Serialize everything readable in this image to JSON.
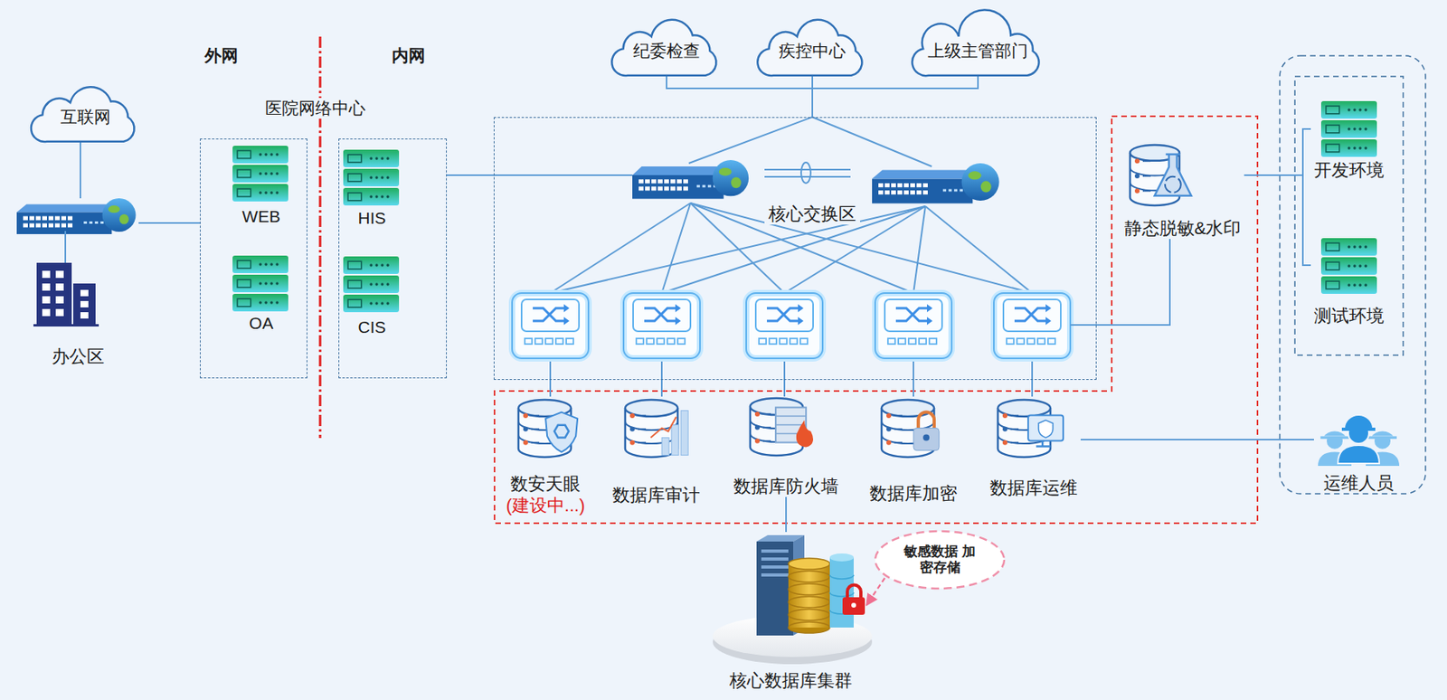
{
  "diagram": {
    "nodes": [
      {
        "text": [
          "互联网"
        ]
      },
      {
        "text": [
          "办公区"
        ]
      },
      {
        "text": [
          "外网"
        ]
      },
      {
        "text": [
          "WEB"
        ],
        "in": 2
      },
      {
        "text": [
          "OA"
        ],
        "in": 2
      },
      {
        "text": [
          "内网"
        ]
      },
      {
        "text": [
          "HIS"
        ],
        "in": 5
      },
      {
        "text": [
          "CIS"
        ],
        "in": 5
      },
      {
        "text": [
          "纪委检查"
        ]
      },
      {
        "text": [
          "疾控中心"
        ]
      },
      {
        "text": [
          "上级主管部门"
        ]
      },
      {
        "text": [
          "核心交换区"
        ]
      },
      {
        "text": [
          "静态脱敏&水印"
        ]
      },
      {
        "text": [
          "开发环境"
        ]
      },
      {
        "text": [
          "测试环境"
        ]
      },
      {
        "text": [
          "数安天眼",
          "(建设中...)"
        ]
      },
      {
        "text": [
          "数据库审计"
        ]
      },
      {
        "text": [
          "数据库防火墙"
        ]
      },
      {
        "text": [
          "数据库加密"
        ]
      },
      {
        "text": [
          "数据库运维"
        ]
      },
      {
        "text": [
          "运维人员"
        ]
      },
      {
        "text": [
          "核心数据库集群"
        ]
      },
      {
        "text": [
          "敏感数据 加密存储"
        ]
      }
    ],
    "edges": [
      {
        "from": 0,
        "to": 1,
        "arrow": "none"
      },
      {
        "from": 1,
        "to": 2,
        "arrow": "none"
      },
      {
        "from": 5,
        "to": 11,
        "arrow": "none"
      },
      {
        "from": 8,
        "to": 11,
        "arrow": "none"
      },
      {
        "from": 9,
        "to": 11,
        "arrow": "none"
      },
      {
        "from": 10,
        "to": 11,
        "arrow": "none"
      },
      {
        "from": 11,
        "to": 12,
        "arrow": "none"
      },
      {
        "from": 12,
        "to": 13,
        "arrow": "none"
      },
      {
        "from": 12,
        "to": 14,
        "arrow": "none"
      },
      {
        "from": 11,
        "to": 15,
        "arrow": "none"
      },
      {
        "from": 11,
        "to": 16,
        "arrow": "none"
      },
      {
        "from": 11,
        "to": 17,
        "arrow": "none"
      },
      {
        "from": 11,
        "to": 18,
        "arrow": "none"
      },
      {
        "from": 11,
        "to": 19,
        "arrow": "none"
      },
      {
        "from": 17,
        "to": 21,
        "arrow": "none"
      },
      {
        "from": 19,
        "to": 20,
        "arrow": "none"
      },
      {
        "from": 22,
        "to": 21,
        "arrow": "to"
      }
    ],
    "labels": [
      "医院网络中心"
    ]
  }
}
